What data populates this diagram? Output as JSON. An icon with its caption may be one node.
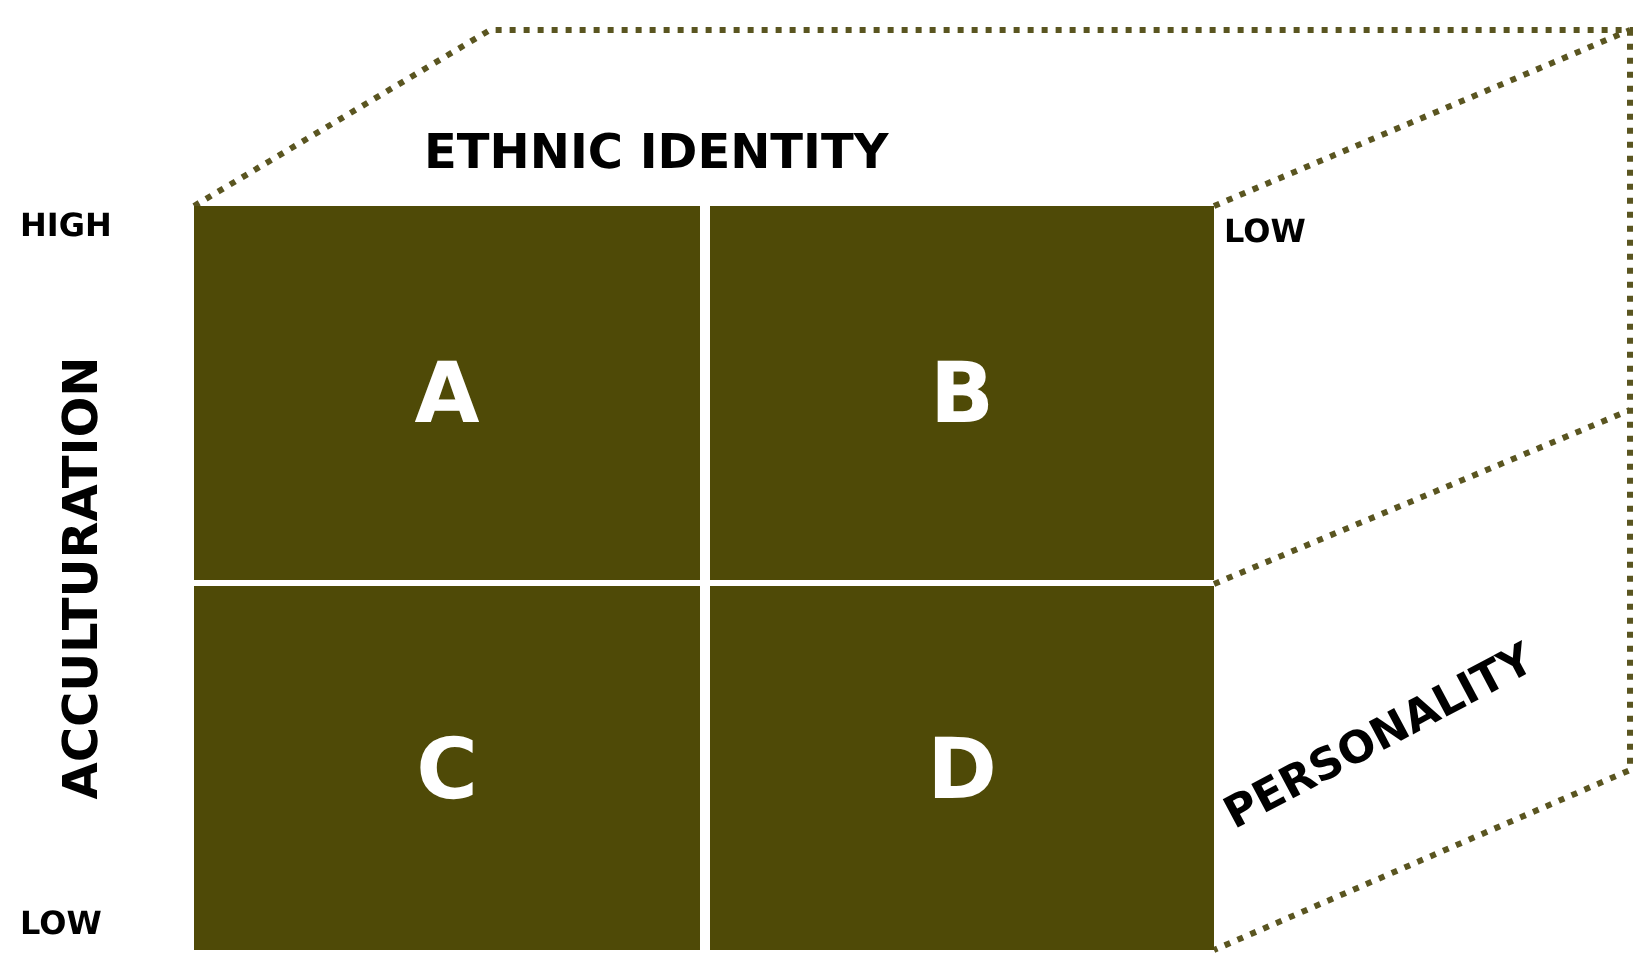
{
  "diagram": {
    "nodes": [
      {
        "text": [
          "A"
        ]
      },
      {
        "text": [
          "B"
        ]
      },
      {
        "text": [
          "C"
        ]
      },
      {
        "text": [
          "D"
        ]
      }
    ],
    "labels": [
      "ETHNIC IDENTITY",
      "HIGH",
      "LOW",
      "ACCULTURATION",
      "PERSONALITY",
      "LOW"
    ]
  }
}
